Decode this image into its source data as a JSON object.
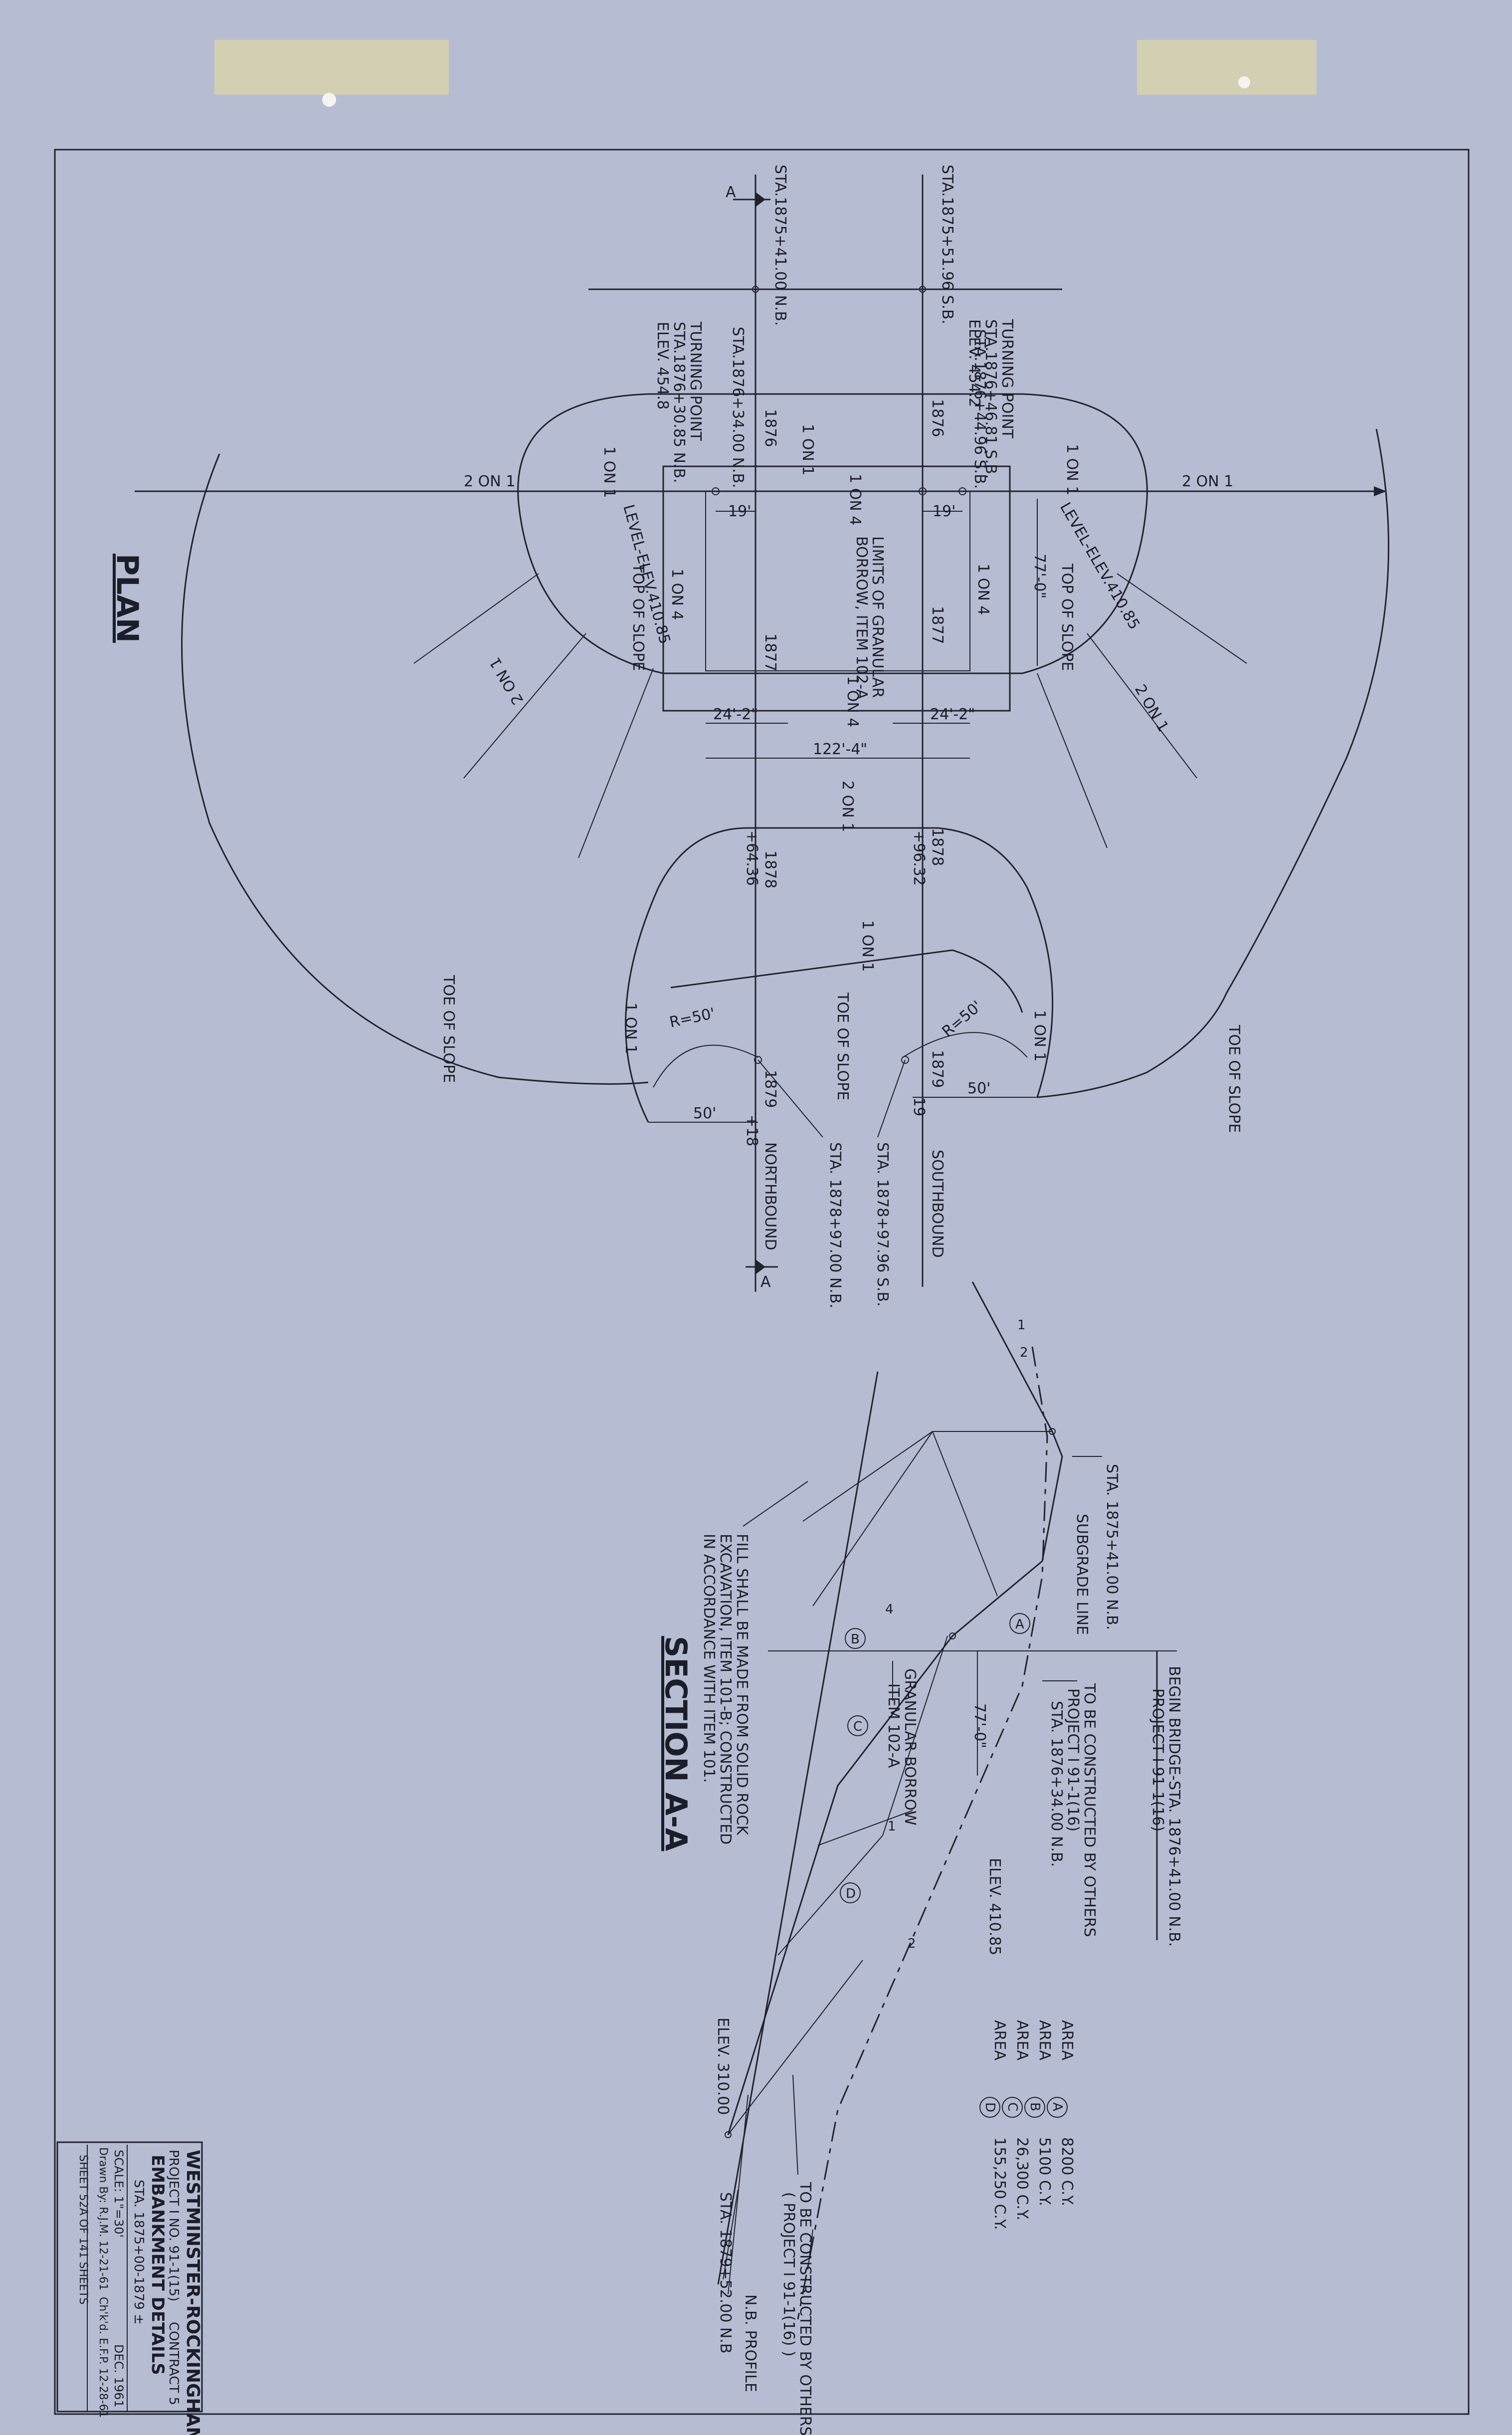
{
  "plan": {
    "title": "PLAN",
    "labels": {
      "sta_nb_top": "STA.1875+41.00 N.B.",
      "sta_sb_top": "STA.1875+51.96 S.B.",
      "sta_nb_bridge": "STA.1876+34.00 N.B.",
      "sta_sb_bridge": "STA.1876+44.96 S.B.",
      "tp_nb_title": "TURNING POINT",
      "tp_nb_sta": "STA.1876+30.85 N.B.",
      "tp_nb_elev": "ELEV. 454.8",
      "tp_sb_title": "TURNING POINT",
      "tp_sb_sta": "STA.1876+46.81 S.B.",
      "tp_sb_elev": "ELEV. 454.2",
      "station_1876_nb": "1876",
      "station_1876_sb": "1876",
      "station_1877_nb": "1877",
      "station_1877_sb": "1877",
      "station_1878_nb": "1878",
      "station_1878_sb": "1878",
      "station_1879_nb": "1879",
      "station_1879_sb": "1879",
      "plus_64_36": "+64.36",
      "plus_96_32": "+96.32",
      "plus_18": "+18",
      "plus_19": "19",
      "slope_2on1_left": "2 ON 1",
      "slope_2on1_right": "2 ON 1",
      "slope_1on1_a": "1 ON 1",
      "slope_1on1_b": "1 ON 1",
      "slope_1on1_c": "1 ON 1",
      "slope_1on4_a": "1 ON 4",
      "slope_1on4_b": "1 ON 4",
      "slope_1on4_c": "1 ON 4",
      "slope_1on4_d": "1 ON 4",
      "slope_2on1_diag_l": "2 ON 1",
      "slope_2on1_diag_r": "2 ON 1",
      "slope_2on1_lower": "2 ON 1",
      "slope_1on1_lower": "1 ON 1",
      "slope_1on1_lower_l": "1 ON 1",
      "slope_1on1_lower_r": "1 ON 1",
      "dim_19_l": "19'",
      "dim_19_r": "19'",
      "dim_77": "77'-0\"",
      "dim_24_l": "24'-2\"",
      "dim_24_r": "24'-2\"",
      "dim_122": "122'-4\"",
      "dim_50_l": "50'",
      "dim_50_r": "50'",
      "radius_l": "R=50'",
      "radius_r": "R=50'",
      "level_elev_l": "LEVEL-ELEV.410.85",
      "level_elev_r": "LEVEL-ELEV.410.85",
      "top_of_slope_l": "TOP OF SLOPE",
      "top_of_slope_r": "TOP OF SLOPE",
      "limits_1": "LIMITS OF GRANULAR",
      "limits_2": "BORROW, ITEM 102-A",
      "toe_of_slope_l": "TOE OF SLOPE",
      "toe_of_slope_c": "TOE OF SLOPE",
      "toe_of_slope_r": "TOE OF SLOPE",
      "sta_nb_bottom": "STA. 1878+97.00 N.B.",
      "sta_sb_bottom": "STA. 1878+97.96 S.B.",
      "northbound": "NORTHBOUND",
      "southbound": "SOUTHBOUND",
      "section_mark_top": "A",
      "section_mark_bottom": "A"
    }
  },
  "section": {
    "title": "SECTION A-A",
    "labels": {
      "sta_top": "STA. 1875+41.00 N.B.",
      "subgrade": "SUBGRADE LINE",
      "begin_bridge_1": "BEGIN BRIDGE-STA. 1876+41.00 N.B.",
      "begin_bridge_2": "PROJECT I 91-1(16)",
      "by_others_1": "TO BE CONSTRUCTED BY OTHERS",
      "by_others_2": "PROJECT I 91-1(16)",
      "sta_bridge": "STA. 1876+34.00 N.B.",
      "fill_1": "FILL SHALL BE MADE FROM SOLID ROCK",
      "fill_2": "EXCAVATION, ITEM 101-B; CONSTRUCTED",
      "fill_3": "IN ACCORDANCE WITH ITEM 101.",
      "granular_1": "GRANULAR BORROW",
      "granular_2": "ITEM 102-A",
      "dim_77": "77'-0\"",
      "elev_410": "ELEV. 410.85",
      "elev_310": "ELEV. 310.00",
      "sta_bottom": "STA. 1879+52.00 N.B",
      "by_others_b1": "TO BE CONSTRUCTED BY OTHERS",
      "by_others_b2": "( PROJECT I 91-1(16) )",
      "nb_profile": "N.B. PROFILE",
      "slope_1_2a": "1",
      "slope_1_2b": "2",
      "slope_4": "4",
      "slope_1": "1",
      "slope_2": "2",
      "area_a": "A",
      "area_b": "B",
      "area_c": "C",
      "area_d": "D"
    }
  },
  "areas": [
    {
      "label": "AREA",
      "letter": "A",
      "value": "8200 C.Y."
    },
    {
      "label": "AREA",
      "letter": "B",
      "value": "5100 C.Y."
    },
    {
      "label": "AREA",
      "letter": "C",
      "value": "26,300 C.Y."
    },
    {
      "label": "AREA",
      "letter": "D",
      "value": "155,250 C.Y."
    }
  ],
  "title_block": {
    "project_name": "WESTMINSTER-ROCKINGHAM",
    "project_no": "PROJECT I NO. 91-1(15)",
    "contract": "CONTRACT 5",
    "sheet_title": "EMBANKMENT DETAILS",
    "stations": "STA. 1875+00-1879 ±",
    "scale": "SCALE: 1\"=30'",
    "date": "DEC. 1961",
    "drawn_by": "Drawn By: R.J.M.  12-21-61",
    "checked_by": "Ch'k'd. E.F.P. 12-28-61",
    "sheet": "SHEET 52A OF 141 SHEETS"
  }
}
